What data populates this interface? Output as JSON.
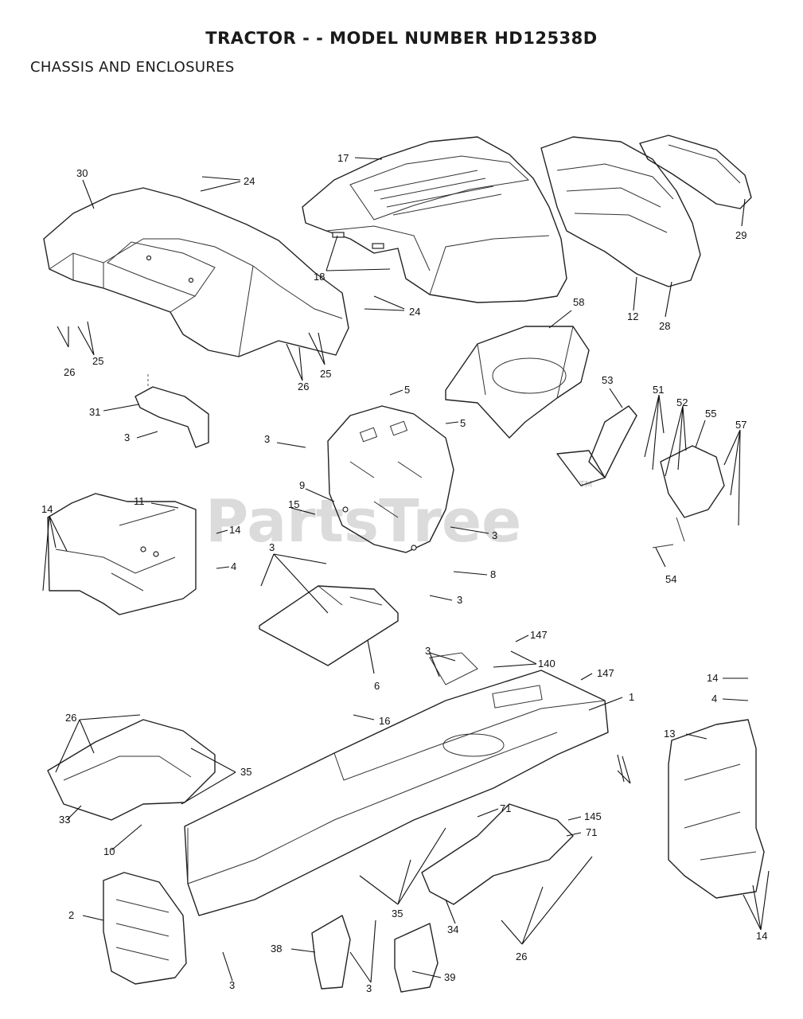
{
  "header": {
    "title": "TRACTOR - - MODEL NUMBER HD12538D",
    "section": "CHASSIS AND ENCLOSURES"
  },
  "watermark": {
    "brand": "PartsTree",
    "mark": "TM"
  },
  "callouts": [
    "30",
    "24",
    "17",
    "29",
    "18",
    "24",
    "25",
    "26",
    "25",
    "26",
    "12",
    "28",
    "58",
    "5",
    "5",
    "31",
    "3",
    "3",
    "53",
    "51",
    "52",
    "55",
    "57",
    "9",
    "11",
    "14",
    "15",
    "14",
    "4",
    "3",
    "54",
    "3",
    "8",
    "3",
    "6",
    "147",
    "140",
    "147",
    "3",
    "1",
    "14",
    "4",
    "16",
    "13",
    "26",
    "35",
    "33",
    "10",
    "71",
    "145",
    "71",
    "2",
    "35",
    "34",
    "26",
    "14",
    "38",
    "3",
    "39",
    "3"
  ]
}
